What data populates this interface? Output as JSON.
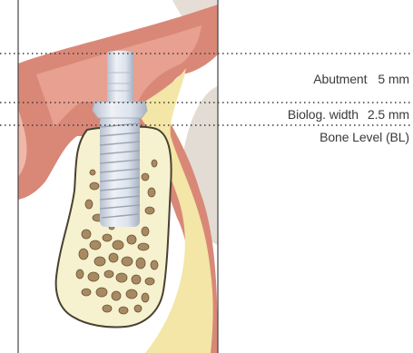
{
  "labels": {
    "abutment": {
      "name": "Abutment",
      "value": "5 mm"
    },
    "biologic_width": {
      "name": "Biolog. width",
      "value": "2.5 mm"
    },
    "bone_level": {
      "name": "Bone Level (BL)"
    }
  },
  "colors": {
    "gum": "#d98878",
    "gum_light": "#f0b8a8",
    "gingiva_inner": "#e8a090",
    "enamel": "#f3e6a6",
    "bone": "#f6f2d0",
    "bone_outline": "#4a4030",
    "trabecula": "#a88a62",
    "implant": "#dde3ec",
    "implant_shadow": "#a8b2c2",
    "tooth_gray": "#e2dcd4",
    "dotted_line": "#3a3a3a"
  }
}
